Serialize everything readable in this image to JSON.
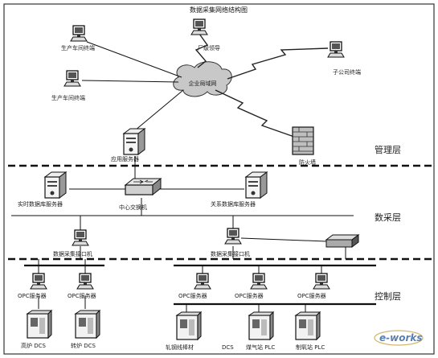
{
  "title": "数据采集网络结构图",
  "layers": {
    "management": "管理层",
    "acquisition": "数采层",
    "control": "控制层"
  },
  "nodes": {
    "workshop_terminal_1": "生产车间终端",
    "workshop_terminal_2": "生产车间终端",
    "leader_terminal": "厂级领导",
    "office_terminal": "子公司终端",
    "cloud": "企业局域网",
    "web_server": "应用服务器",
    "firewall": "防火墙",
    "realtime_db": "实时数据库服务器",
    "core_switch": "中心交换机",
    "relational_db": "关系数据库服务器",
    "collector_1": "数据采集接口机",
    "collector_2": "数据采集接口机",
    "opc_1": "OPC服务器",
    "opc_2": "OPC服务器",
    "opc_3": "OPC服务器",
    "opc_4": "OPC服务器",
    "opc_5": "OPC服务器",
    "dcs_1": "高炉 DCS",
    "dcs_2": "转炉 DCS",
    "dcs_3": "轧钢线棒材",
    "dcs_4": "DCS",
    "plc_1": "煤气站 PLC",
    "plc_2": "制氧站 PLC"
  },
  "watermark": "e-works"
}
